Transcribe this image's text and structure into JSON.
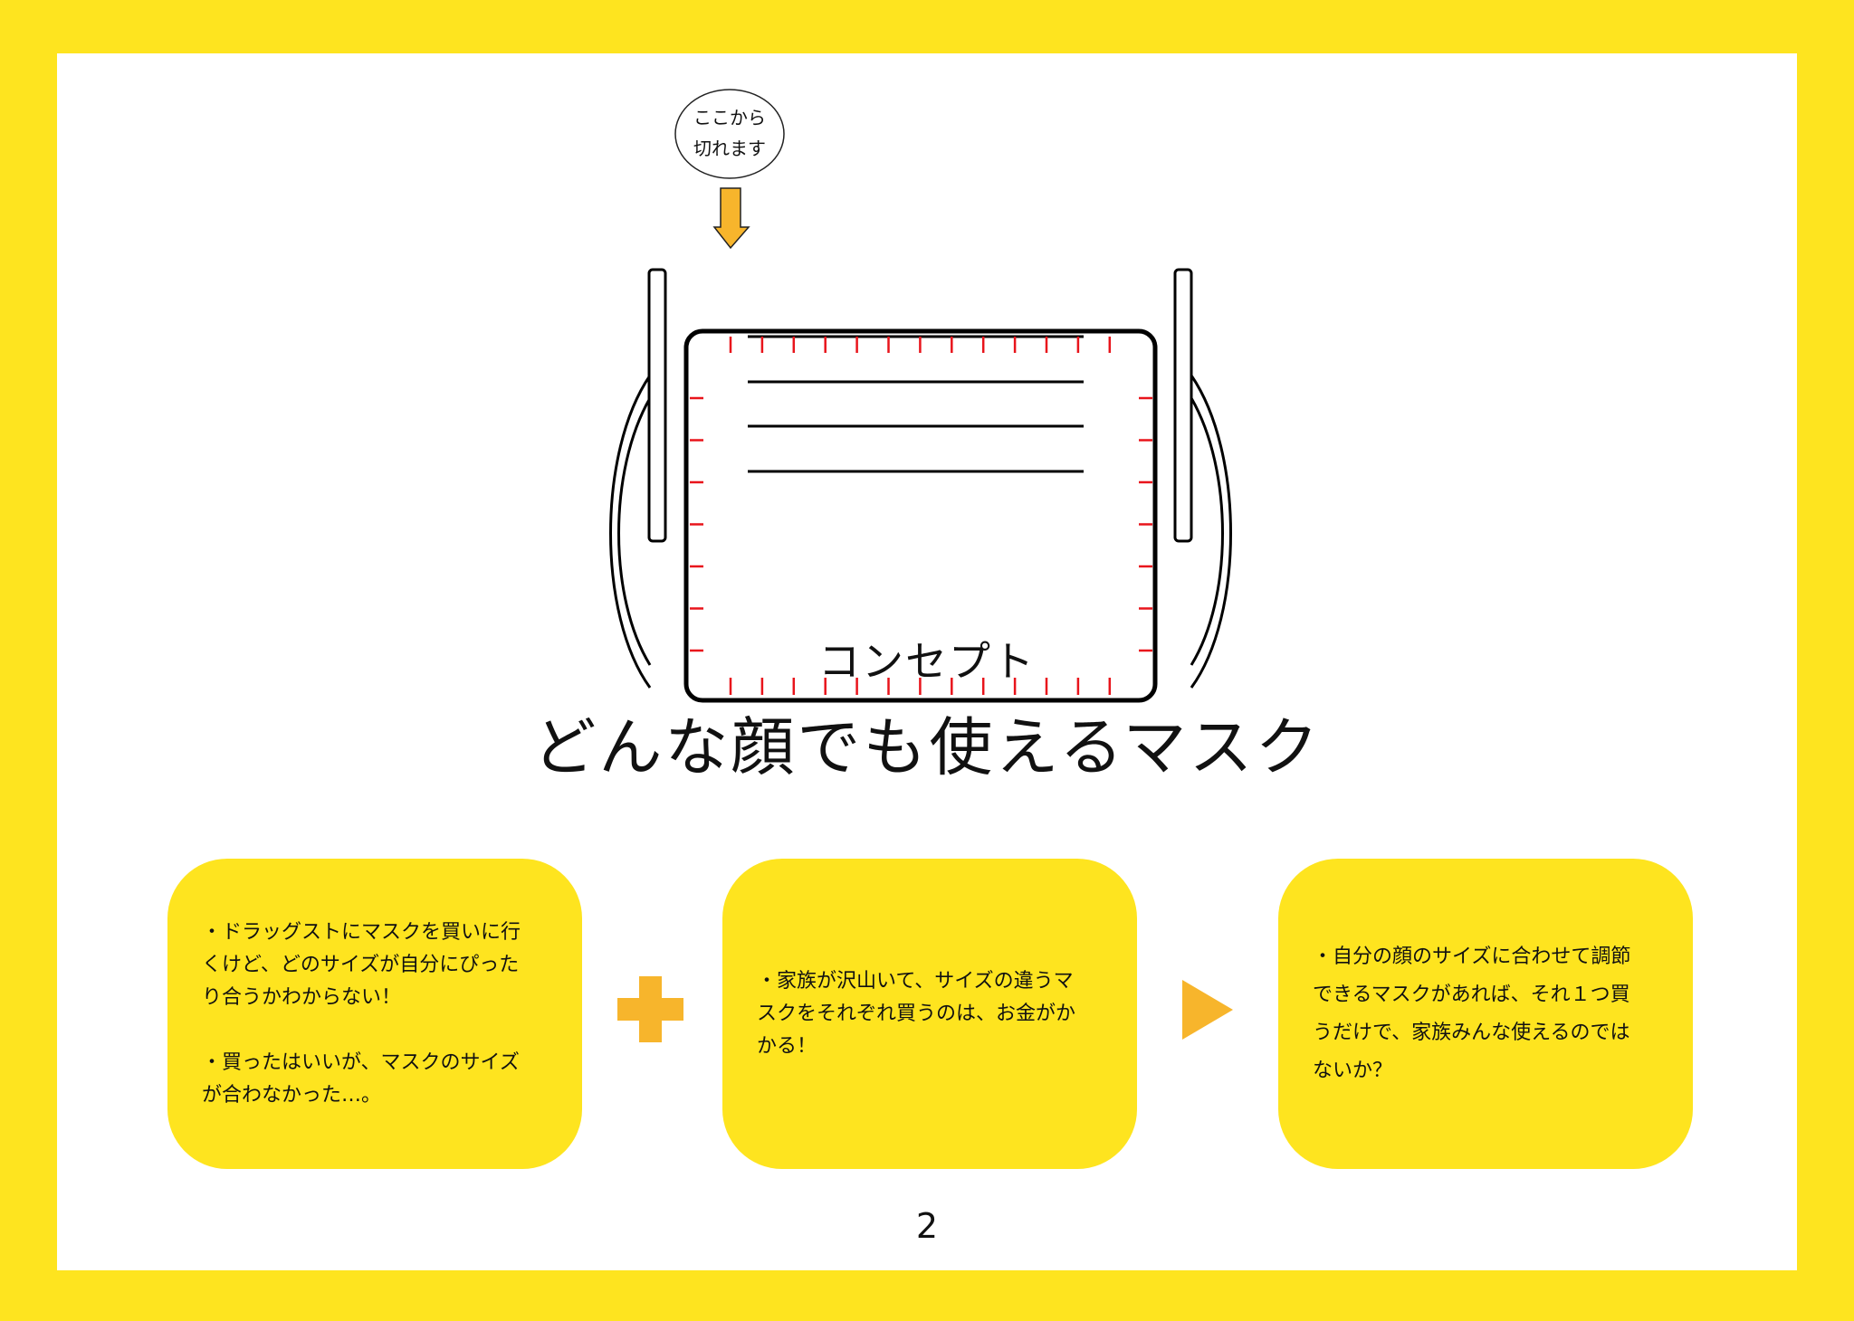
{
  "colors": {
    "frame": "#FEE41F",
    "accent": "#F7B52C",
    "tick": "#E8141B"
  },
  "diagram": {
    "bubble_text": "ここから\n切れます",
    "arrow_icon": "down-arrow-icon",
    "mask_icon": "face-mask-icon"
  },
  "heading": {
    "subtitle": "コンセプト",
    "title": "どんな顔でも使えるマスク"
  },
  "cards": [
    {
      "text": "・ドラッグストにマスクを買いに行\nくけど、どのサイズが自分にぴった\nり合うかわからない！\n\n・買ったはいいが、マスクのサイズ\nが合わなかった…。"
    },
    {
      "text": "・家族が沢山いて、サイズの違うマ\nスクをそれぞれ買うのは、お金がか\nかる！"
    },
    {
      "text": "・自分の顔のサイズに合わせて調節\nできるマスクがあれば、それ１つ買\nうだけで、家族みんな使えるのでは\nないか？"
    }
  ],
  "connectors": {
    "plus_icon": "plus-icon",
    "next_icon": "triangle-right-icon"
  },
  "page_number": "2"
}
